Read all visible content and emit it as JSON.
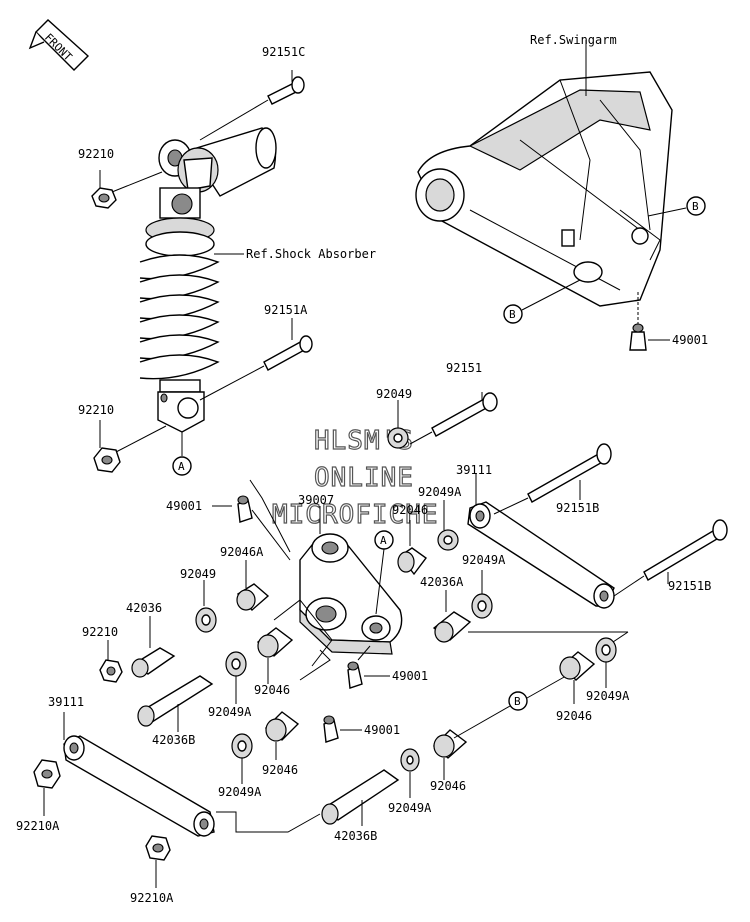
{
  "front_badge": "FRONT",
  "watermark": [
    "HLSM'S",
    "ONLINE",
    "MICROFICHE"
  ],
  "labels": {
    "p92151C": "92151C",
    "p92210_top": "92210",
    "ref_shock": "Ref.Shock Absorber",
    "p92151A": "92151A",
    "p92210_mid": "92210",
    "callout_A_shock": "A",
    "ref_swingarm": "Ref.Swingarm",
    "callout_B_swing_right": "B",
    "callout_B_swing_left": "B",
    "p49001_swing": "49001",
    "p92151": "92151",
    "p92049_top": "92049",
    "p39111_right": "39111",
    "p92049A_top": "92049A",
    "p92151B_top": "92151B",
    "p49001_left": "49001",
    "p39007": "39007",
    "p92046_top": "92046",
    "callout_A_link": "A",
    "p92046A": "92046A",
    "p92049A_right": "92049A",
    "p92049_left": "92049",
    "p42036A": "42036A",
    "p92151B_bottom": "92151B",
    "p42036": "42036",
    "p92210_left": "92210",
    "p49001_mid": "49001",
    "p92046_mid": "92046",
    "p39111_left": "39111",
    "p92049A_mid": "92049A",
    "callout_B_bottom": "B",
    "p92046_right": "92046",
    "p92049A_far_right": "92049A",
    "p42036B_left": "42036B",
    "p49001_low": "49001",
    "p92046_low": "92046",
    "p92049A_low": "92049A",
    "p92046_bottom_right": "92046",
    "p92049A_bottom": "92049A",
    "p92210A_left": "92210A",
    "p42036B_bottom": "42036B",
    "p92210A_bottom": "92210A"
  }
}
